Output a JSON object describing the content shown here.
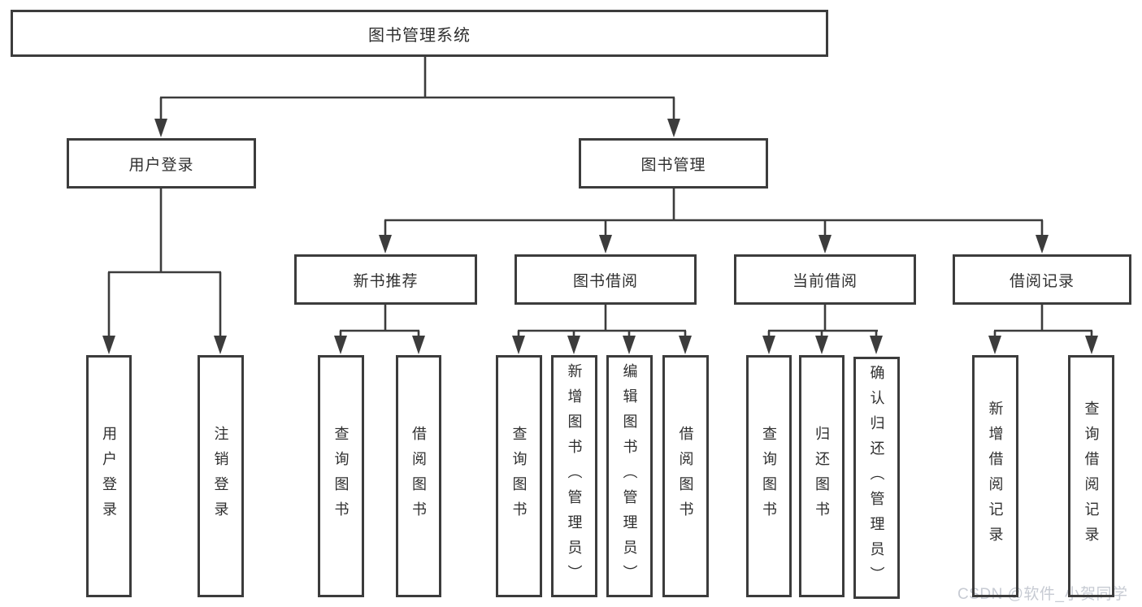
{
  "diagram": {
    "root": "图书管理系统",
    "branches": [
      {
        "label": "用户登录",
        "children": [
          "用户登录",
          "注销登录"
        ]
      },
      {
        "label": "图书管理",
        "groups": [
          {
            "label": "新书推荐",
            "children": [
              "查询图书",
              "借阅图书"
            ]
          },
          {
            "label": "图书借阅",
            "children": [
              "查询图书",
              "新增图书（管理员）",
              "编辑图书（管理员）",
              "借阅图书"
            ]
          },
          {
            "label": "当前借阅",
            "children": [
              "查询图书",
              "归还图书",
              "确认归还（管理员）"
            ]
          },
          {
            "label": "借阅记录",
            "children": [
              "新增借阅记录",
              "查询借阅记录"
            ]
          }
        ]
      }
    ]
  },
  "watermark": {
    "text": "CSDN @软件_小贺同学"
  },
  "colors": {
    "line": "#3c3c3c",
    "box_border": "#3c3c3c",
    "box_fill": "#ffffff",
    "text": "#2f2f2f",
    "watermark": "#c7cbd3",
    "background": "#ffffff"
  }
}
